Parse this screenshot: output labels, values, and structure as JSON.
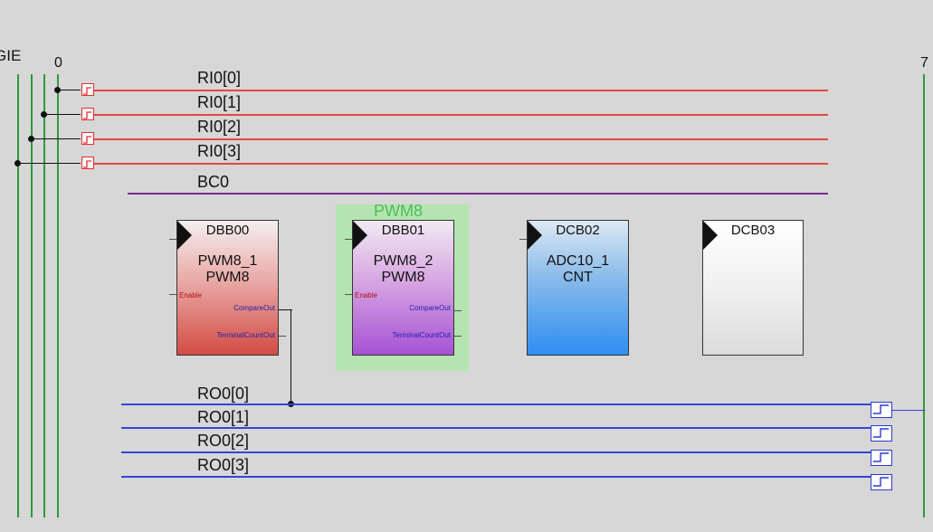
{
  "column_labels": {
    "left": "GIE",
    "first": "0",
    "last": "7"
  },
  "row_input_labels": [
    "RI0[0]",
    "RI0[1]",
    "RI0[2]",
    "RI0[3]"
  ],
  "broadcast_label": "BC0",
  "row_output_labels": [
    "RO0[0]",
    "RO0[1]",
    "RO0[2]",
    "RO0[3]"
  ],
  "group_label": "PWM8",
  "blocks": [
    {
      "name": "DBB00",
      "instance": "PWM8_1",
      "module": "PWM8",
      "pin_enable": "Enable",
      "pin_compare": "CompareOut",
      "pin_terminal": "TerminalCountOut"
    },
    {
      "name": "DBB01",
      "instance": "PWM8_2",
      "module": "PWM8",
      "pin_enable": "Enable",
      "pin_compare": "CompareOut",
      "pin_terminal": "TerminalCountOut"
    },
    {
      "name": "DCB02",
      "instance": "ADC10_1",
      "module": "CNT"
    },
    {
      "name": "DCB03"
    }
  ],
  "colors": {
    "background": "#d7d7d7",
    "input_row": "#e84545",
    "broadcast": "#7a2a8a",
    "output_row": "#3344d6",
    "global_bus": "#2e9a3a",
    "group_highlight": "#b4e4b0",
    "group_label": "#4cbf54"
  }
}
